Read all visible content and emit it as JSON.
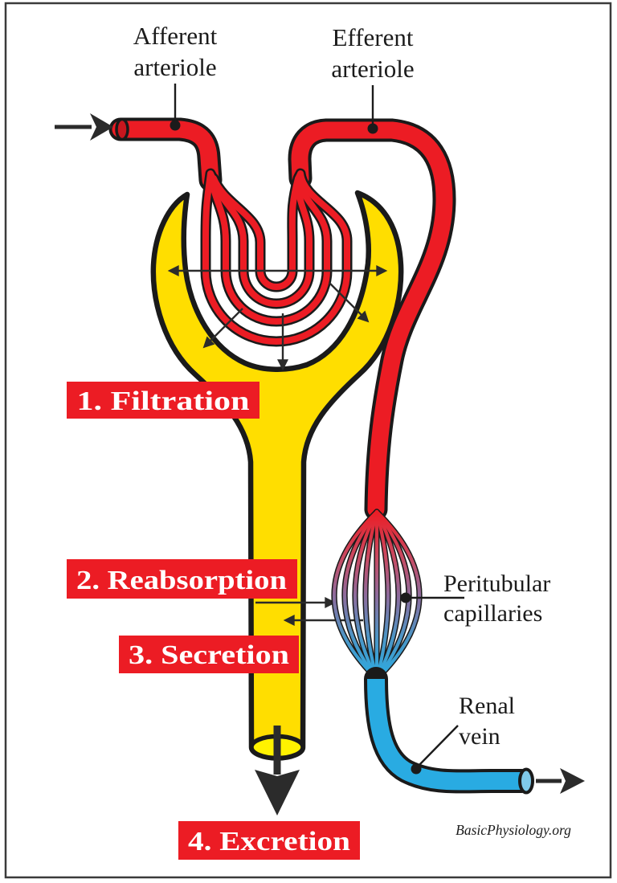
{
  "figure": {
    "credit": "BasicPhysiology.org"
  },
  "labels": {
    "afferent_arteriole": {
      "line1": "Afferent",
      "line2": "arteriole"
    },
    "efferent_arteriole": {
      "line1": "Efferent",
      "line2": "arteriole"
    },
    "peritubular_capillaries": {
      "line1": "Peritubular",
      "line2": "capillaries"
    },
    "renal_vein": {
      "line1": "Renal",
      "line2": "vein"
    }
  },
  "steps": [
    {
      "label": "1. Filtration"
    },
    {
      "label": "2. Reabsorption"
    },
    {
      "label": "3. Secretion"
    },
    {
      "label": "4. Excretion"
    }
  ],
  "colors": {
    "artery_red": "#EC1C24",
    "artery_cap_dark_red": "#C8161E",
    "tubule_yellow": "#FFDE00",
    "lumen_yellow": "#FFF200",
    "vein_blue": "#29ABE2",
    "vein_opening_light_blue": "#7FC9EA",
    "capillary_mid_purple": "#8E6B9C",
    "outline_black": "#1A1A1A",
    "step_label_bg": "#EC1C24",
    "step_label_text": "#FFFFFF",
    "arrow_dark": "#2B2B2B",
    "frame_gray": "#3B3B3B",
    "text_dark": "#1B1B1B"
  }
}
